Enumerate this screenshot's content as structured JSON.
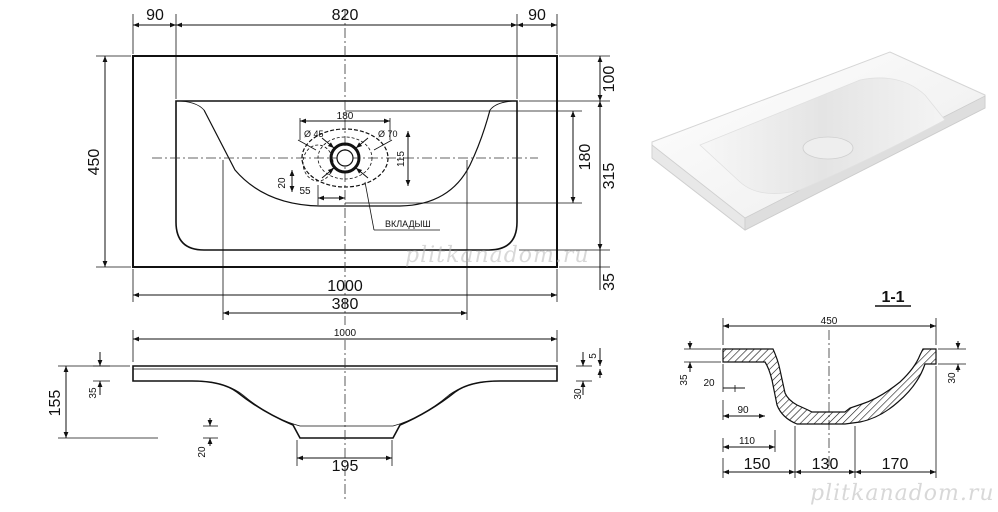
{
  "plan": {
    "dims": {
      "left_margin": "90",
      "center_width": "820",
      "right_margin": "90",
      "total_depth": "450",
      "top_offset": "100",
      "bowl_depth": "315",
      "bottom_edge": "35",
      "total_width": "1000",
      "bowl_width": "380",
      "hole_span": "180",
      "hole_depth": "180",
      "hole_offset": "115",
      "small_20": "20",
      "small_55": "55",
      "dia_45": "Ø 45",
      "dia_70": "Ø 70"
    },
    "insert_label": "ВКЛАДЫШ"
  },
  "front": {
    "dims": {
      "total_width": "1000",
      "height": "155",
      "slab_left": "35",
      "slab_right": "30",
      "lip": "5",
      "bottom_20": "20",
      "drain_width": "195"
    }
  },
  "section": {
    "title": "1-1",
    "dims": {
      "width": "450",
      "left_35": "35",
      "right_30": "30",
      "d20": "20",
      "d90": "90",
      "d110": "110",
      "d150": "150",
      "d130": "130",
      "d170": "170"
    }
  },
  "watermark": {
    "text_center": "plitkanadom.ru",
    "text_bottom": "plitkanadom.ru"
  },
  "colors": {
    "line": "#111111",
    "watermark": "#b9b9b9"
  }
}
